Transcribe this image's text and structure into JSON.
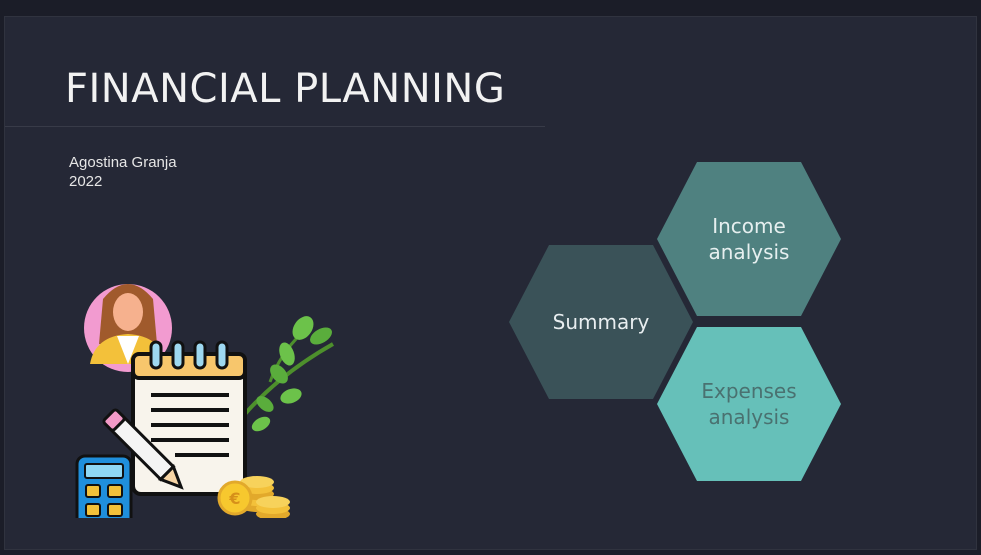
{
  "slide": {
    "title": "FINANCIAL PLANNING",
    "author": "Agostina Granja",
    "year": "2022"
  },
  "hexagons": [
    {
      "label": "Summary",
      "fill": "#3a5258",
      "text_color": "#e8eef0"
    },
    {
      "label": "Income\nanalysis",
      "fill": "#4f8180",
      "text_color": "#e6efef"
    },
    {
      "label": "Expenses\nanalysis",
      "fill": "#66c0b9",
      "text_color": "#4a7170"
    }
  ],
  "illustration": {
    "icons": [
      "avatar-icon",
      "notepad-icon",
      "pencil-icon",
      "calculator-icon",
      "coins-icon",
      "plant-icon"
    ],
    "coin_symbol": "€"
  }
}
